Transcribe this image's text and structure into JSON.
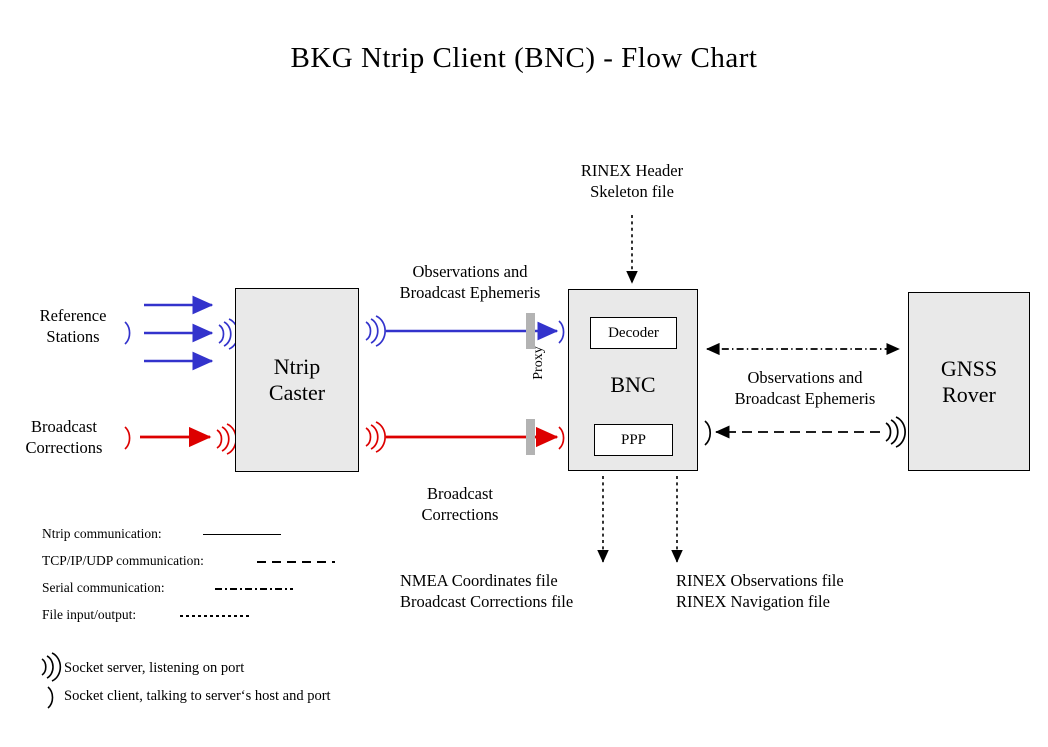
{
  "title": "BKG Ntrip Client (BNC)  -  Flow Chart",
  "nodes": {
    "caster": "Ntrip\nCaster",
    "caster_line1": "Ntrip",
    "caster_line2": "Caster",
    "bnc": "BNC",
    "decoder": "Decoder",
    "ppp": "PPP",
    "rover_line1": "GNSS",
    "rover_line2": "Rover"
  },
  "labels": {
    "reference_stations_l1": "Reference",
    "reference_stations_l2": "Stations",
    "broadcast_corrections_left_l1": "Broadcast",
    "broadcast_corrections_left_l2": "Corrections",
    "obs_eph_top_l1": "Observations and",
    "obs_eph_top_l2": "Broadcast Ephemeris",
    "broadcast_corrections_mid_l1": "Broadcast",
    "broadcast_corrections_mid_l2": "Corrections",
    "rinex_header_l1": "RINEX Header",
    "rinex_header_l2": "Skeleton file",
    "obs_eph_right_l1": "Observations and",
    "obs_eph_right_l2": "Broadcast Ephemeris",
    "proxy": "Proxy",
    "out_left_l1": "NMEA Coordinates file",
    "out_left_l2": "Broadcast Corrections file",
    "out_right_l1": "RINEX Observations file",
    "out_right_l2": "RINEX Navigation file"
  },
  "legend": {
    "items": [
      {
        "label": "Ntrip communication:",
        "style": "solid"
      },
      {
        "label": "TCP/IP/UDP communication:",
        "style": "dashed"
      },
      {
        "label": "Serial communication:",
        "style": "dash-dot"
      },
      {
        "label": "File input/output:",
        "style": "dotted"
      }
    ],
    "sockets": [
      {
        "icon": "socket-server-icon",
        "label": "Socket server, listening on port"
      },
      {
        "icon": "socket-client-icon",
        "label": "Socket client, talking to server‘s host and port"
      }
    ]
  },
  "colors": {
    "ntrip_blue": "#3333cc",
    "corrections_red": "#dd0000",
    "node_fill": "#e9e9e9",
    "proxy_bar": "#b3b3b3",
    "stroke": "#000000"
  }
}
